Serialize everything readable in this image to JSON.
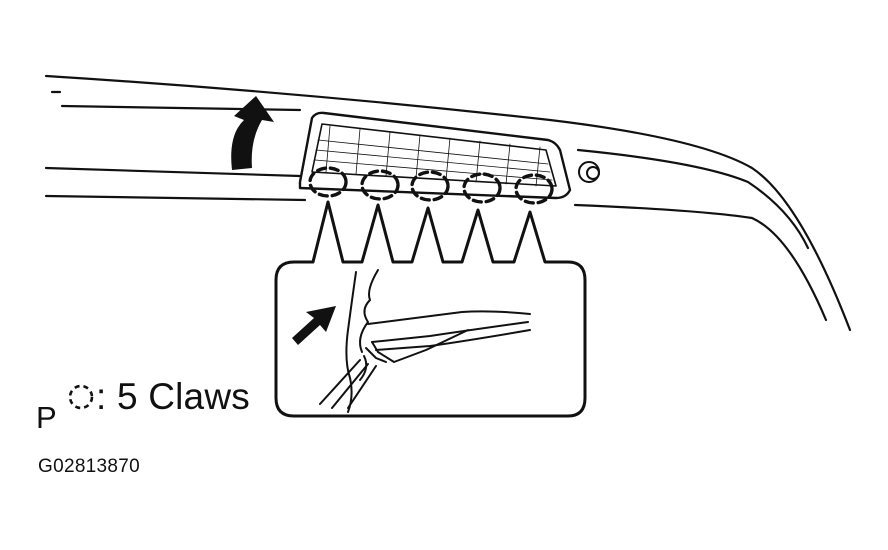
{
  "legend": {
    "symbol_icon": "dashed-circle-icon",
    "text": ": 5 Claws"
  },
  "view_letter": "P",
  "figure_code": "G02813870",
  "claws": {
    "count": 5
  },
  "colors": {
    "line": "#111111",
    "background": "#ffffff"
  }
}
